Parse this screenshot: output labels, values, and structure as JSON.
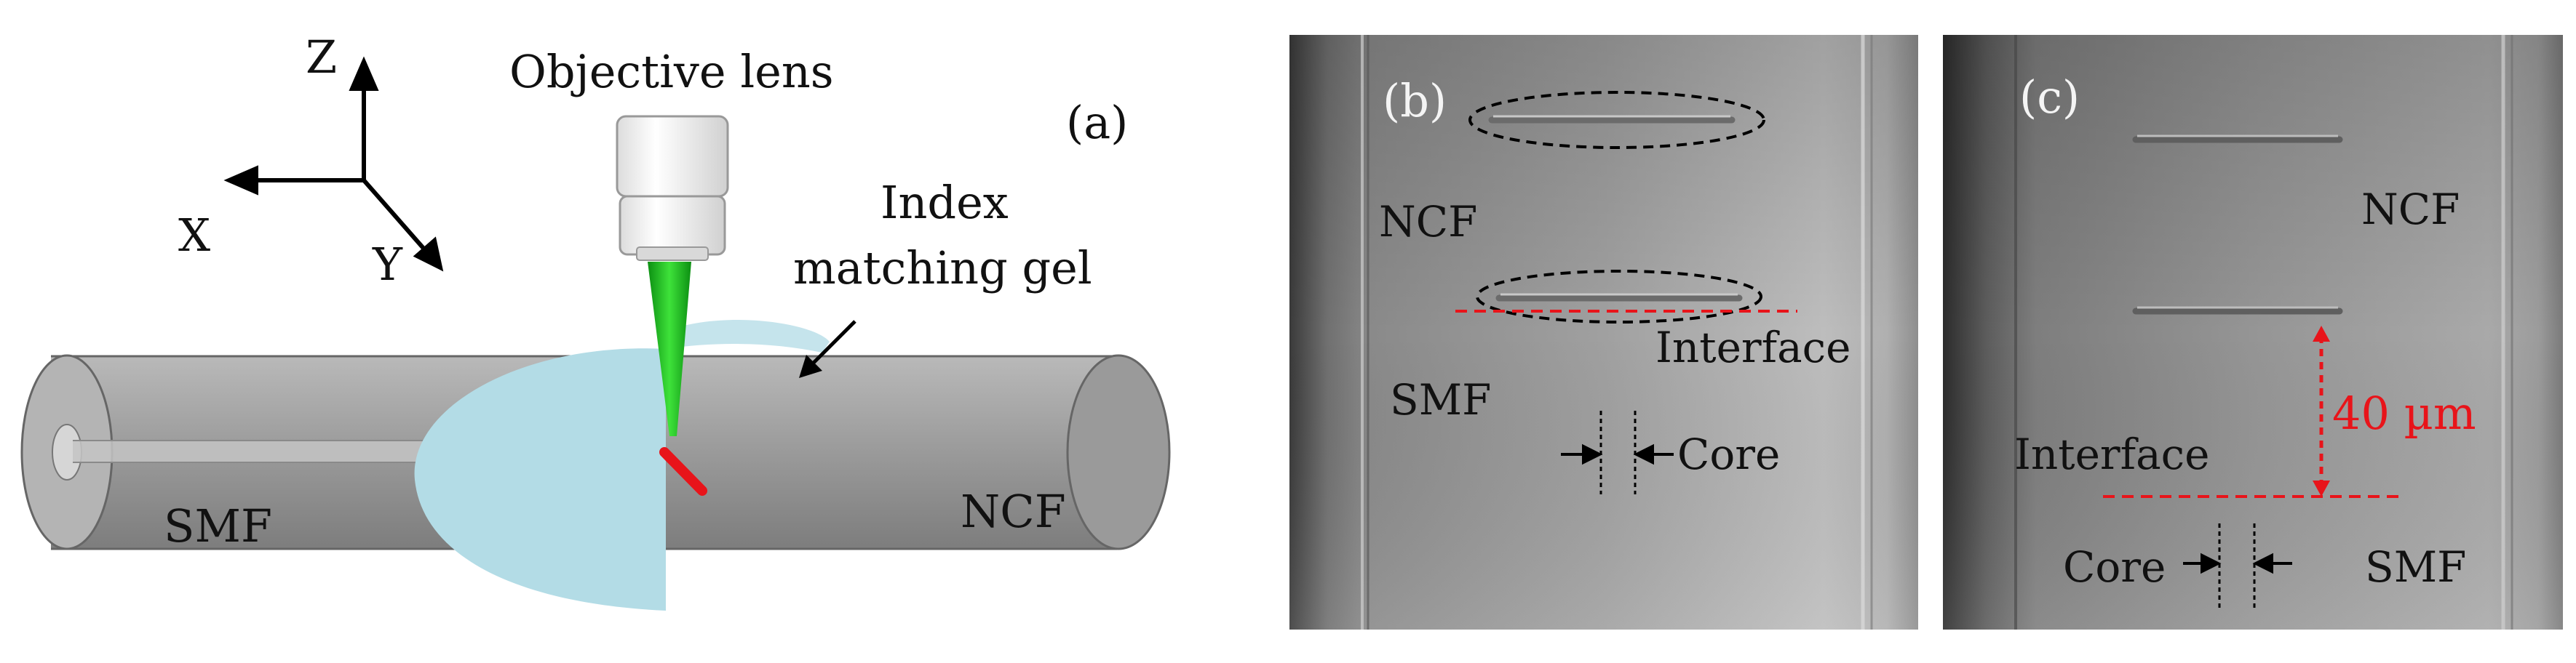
{
  "panel_a": {
    "tag": "(a)",
    "axis_z": "Z",
    "axis_x": "X",
    "axis_y": "Y",
    "objective": "Objective lens",
    "gel_line1": "Index",
    "gel_line2": "matching gel",
    "smf": "SMF",
    "ncf": "NCF"
  },
  "panel_b": {
    "tag": "(b)",
    "ncf": "NCF",
    "smf": "SMF",
    "interface": "Interface",
    "core": "Core"
  },
  "panel_c": {
    "tag": "(c)",
    "ncf": "NCF",
    "interface": "Interface",
    "distance": "40 µm",
    "core": "Core",
    "smf": "SMF"
  },
  "colors": {
    "fiber": "#9c9c9c",
    "gel": "#b3dce6",
    "laser": "#22c21d",
    "mark": "#e8141a"
  }
}
